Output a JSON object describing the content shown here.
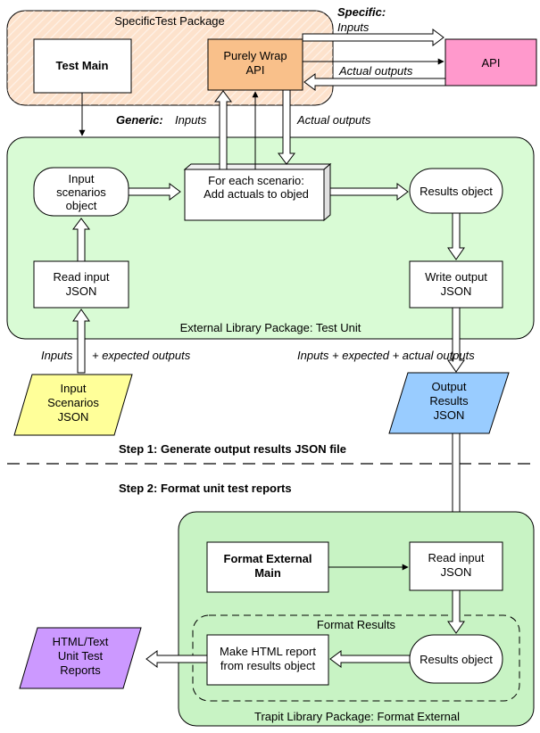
{
  "colors": {
    "specific_pkg_fill": "#fde2cc",
    "wrap_api_fill": "#f9c08a",
    "api_fill": "#ff99cc",
    "generic_pkg_fill": "#d9fbd5",
    "trapit_pkg_fill": "#c8f3c4",
    "input_json_fill": "#ffff99",
    "output_json_fill": "#99ccff",
    "reports_fill": "#cc99ff"
  },
  "specific_package": {
    "title": "SpecificTest Package",
    "test_main": "Test Main",
    "wrap_api": [
      "Purely Wrap",
      "API"
    ]
  },
  "api": {
    "label": "API"
  },
  "specific_labels": {
    "heading": "Specific:",
    "inputs": "Inputs",
    "actual_outputs": "Actual outputs"
  },
  "generic_labels": {
    "heading": "Generic:",
    "inputs": "Inputs",
    "actual_outputs": "Actual outputs"
  },
  "test_unit_package": {
    "title": "External Library  Package: Test Unit",
    "input_scenarios_object": [
      "Input",
      "scenarios",
      "object"
    ],
    "for_each": [
      "For each scenario:",
      "Add actuals to objed"
    ],
    "results_object": "Results object",
    "read_input": [
      "Read input",
      "JSON"
    ],
    "write_output": [
      "Write output",
      "JSON"
    ]
  },
  "flow_labels": {
    "inputs_expected_a": "Inputs",
    "inputs_expected_b": "+ expected outputs",
    "inputs_expected_actual": "Inputs + expected + actual  outputs"
  },
  "data_files": {
    "input_scenarios_json": [
      "Input",
      "Scenarios",
      "JSON"
    ],
    "output_results_json": [
      "Output",
      "Results",
      "JSON"
    ],
    "reports": [
      "HTML/Text",
      "Unit Test",
      "Reports"
    ]
  },
  "steps": {
    "step1": "Step 1: Generate output results JSON file",
    "step2": "Step 2: Format unit test reports"
  },
  "format_package": {
    "title": "Trapit Library  Package: Format External",
    "format_main": [
      "Format External",
      "Main"
    ],
    "read_input": [
      "Read input",
      "JSON"
    ],
    "format_results": "Format Results",
    "make_html": [
      "Make HTML report",
      "from results object"
    ],
    "results_object": "Results object"
  }
}
